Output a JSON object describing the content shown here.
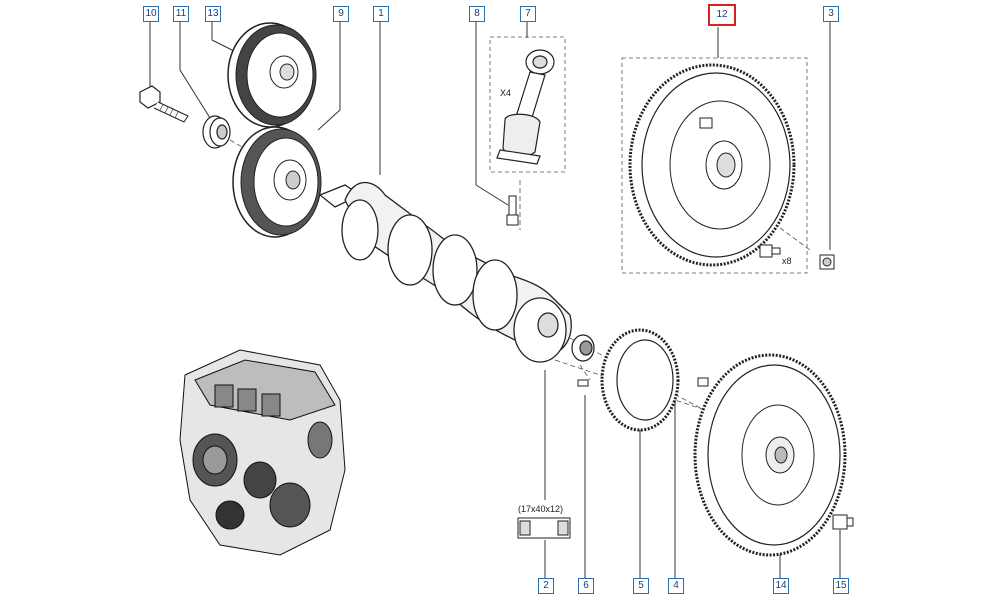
{
  "callouts": [
    {
      "id": "10",
      "selected": false
    },
    {
      "id": "11",
      "selected": false
    },
    {
      "id": "13",
      "selected": false
    },
    {
      "id": "9",
      "selected": false
    },
    {
      "id": "1",
      "selected": false
    },
    {
      "id": "8",
      "selected": false
    },
    {
      "id": "7",
      "selected": false
    },
    {
      "id": "12",
      "selected": true
    },
    {
      "id": "3",
      "selected": false
    },
    {
      "id": "2",
      "selected": false
    },
    {
      "id": "6",
      "selected": false
    },
    {
      "id": "5",
      "selected": false
    },
    {
      "id": "4",
      "selected": false
    },
    {
      "id": "14",
      "selected": false
    },
    {
      "id": "15",
      "selected": false
    }
  ],
  "annotations": {
    "rod_quantity": "X4",
    "bolt_quantity": "x8",
    "bearing_size": "(17x40x12)"
  },
  "colors": {
    "callout_border": "#2a6fb0",
    "callout_text": "#1b3f73",
    "selected_border": "#d9221c",
    "line": "#333333"
  }
}
